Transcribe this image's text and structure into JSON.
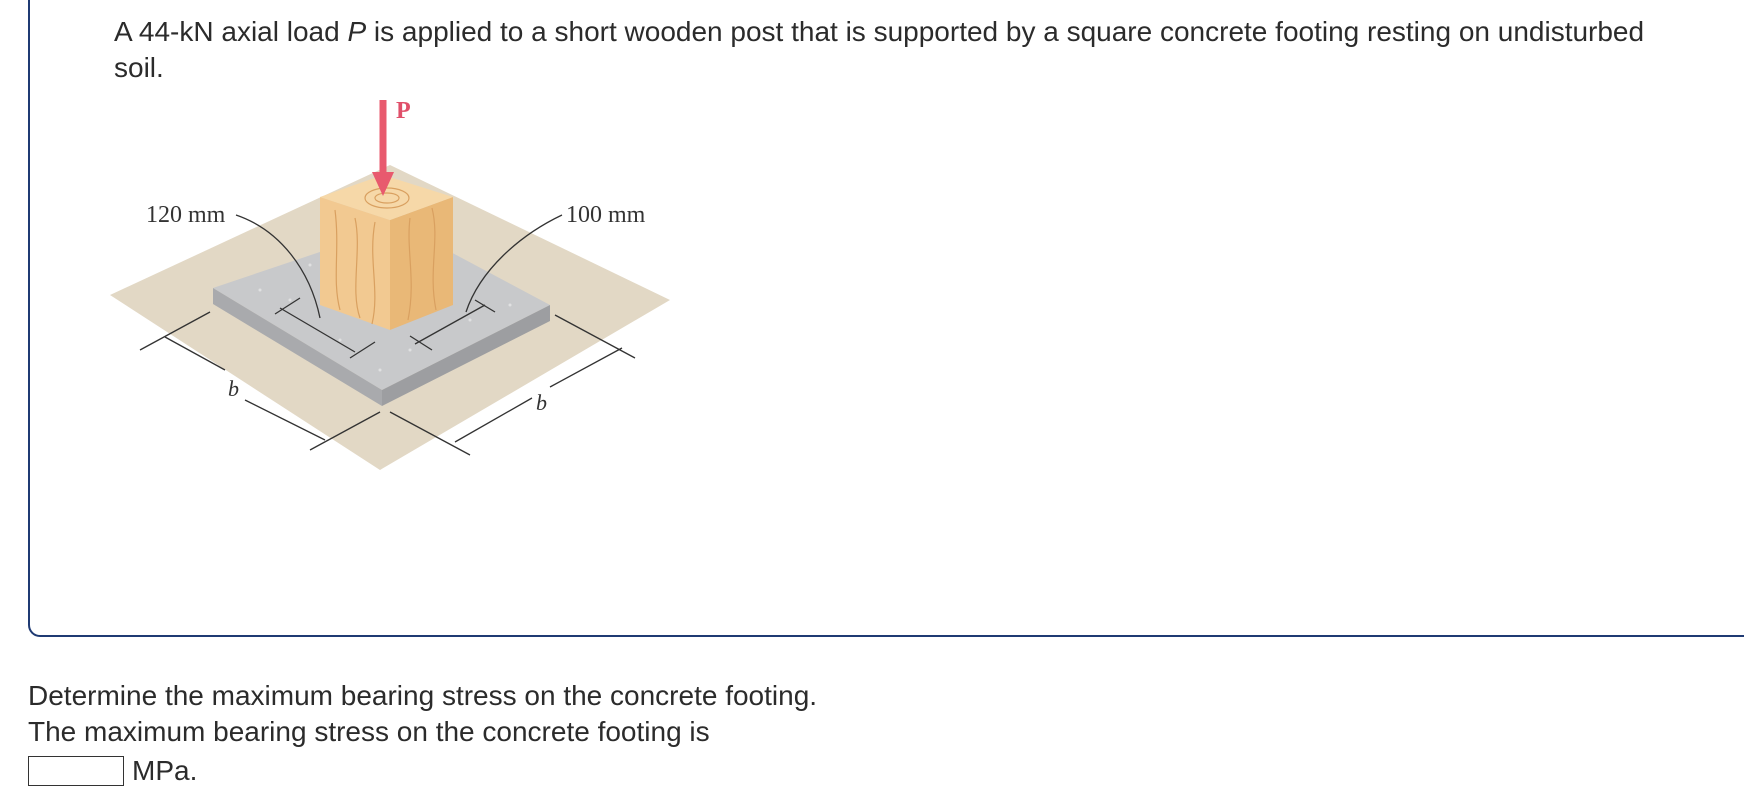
{
  "problem": {
    "text_before_var": "A 44-kN axial load ",
    "variable": "P",
    "text_after_var": " is applied to a short wooden post that is supported by a square concrete footing resting on undisturbed soil."
  },
  "figure": {
    "load_label": "P",
    "post_dim_label": "120 mm",
    "bearing_dim_label": "100 mm",
    "footing_left_label": "b",
    "footing_right_label": "b",
    "colors": {
      "soil": "#e2d8c5",
      "concrete_top": "#c8c9cb",
      "concrete_side": "#a9aaad",
      "wood_top": "#f6d8a8",
      "wood_front": "#f2c991",
      "wood_side": "#e9b877",
      "load_arrow": "#e85a6e"
    }
  },
  "question": {
    "line1": "Determine the maximum bearing stress on the concrete footing.",
    "line2": "The maximum bearing stress on the concrete footing is",
    "answer_value": "",
    "unit": "MPa."
  }
}
